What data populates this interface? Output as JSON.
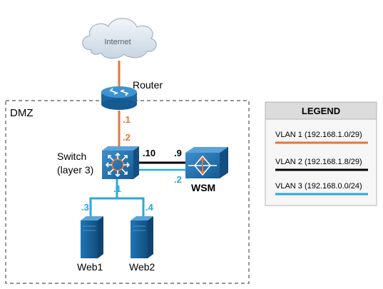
{
  "colors": {
    "vlan1": "#e8733a",
    "vlan2": "#000000",
    "vlan3": "#29a8e0",
    "device_blue": "#1a6ea8",
    "cloud": "#dfe7ef"
  },
  "cloud_label": "Internet",
  "router_label": "Router",
  "dmz_label": "DMZ",
  "switch_label_line1": "Switch",
  "switch_label_line2": "(layer 3)",
  "wsm_label": "WSM",
  "web1_label": "Web1",
  "web2_label": "Web2",
  "ips": {
    "router_side": ".1",
    "switch_side": ".2",
    "switch_to_wsm": ".10",
    "wsm_side": ".9",
    "switch_vlan3": ".1",
    "wsm_vlan3": ".2",
    "web1": ".3",
    "web2": ".4"
  },
  "legend": {
    "title": "LEGEND",
    "items": [
      {
        "label": "VLAN 1 (192.168.1.0/29)",
        "color": "#e8733a"
      },
      {
        "label": "VLAN 2 (192.168.1.8/29)",
        "color": "#000000"
      },
      {
        "label": "VLAN 3 (192.168.0.0/24)",
        "color": "#29a8e0"
      }
    ]
  },
  "icons": {
    "cloud": "cloud-icon",
    "router": "router-icon",
    "switch": "layer3-switch-icon",
    "wsm": "wsm-icon",
    "server": "server-icon"
  }
}
